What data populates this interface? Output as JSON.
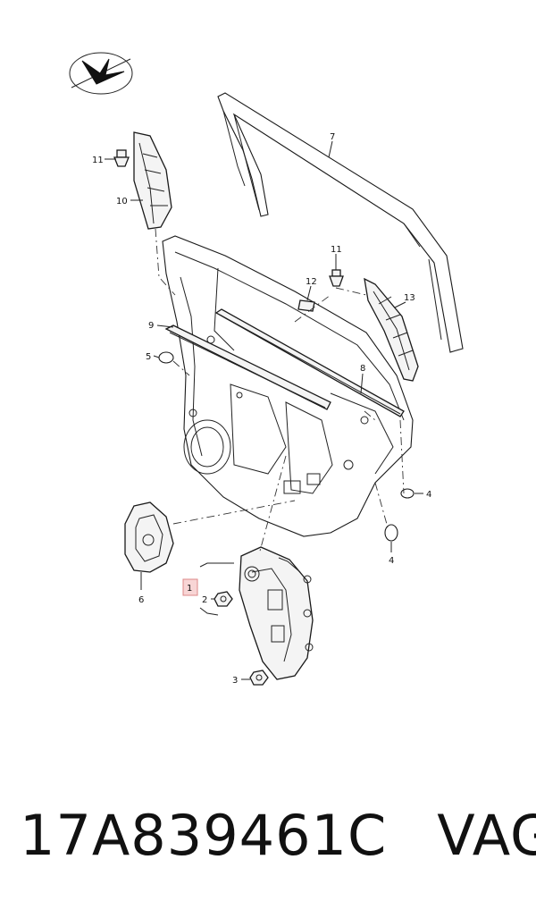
{
  "callouts": {
    "c1": "1",
    "c2": "2",
    "c3": "3",
    "c4a": "4",
    "c4b": "4",
    "c5": "5",
    "c6": "6",
    "c7": "7",
    "c8": "8",
    "c9": "9",
    "c10": "10",
    "c11a": "11",
    "c11b": "11",
    "c12": "12",
    "c13": "13"
  },
  "footer": {
    "part_number": "17A839461C",
    "brand": "VAG"
  },
  "colors": {
    "highlight_box": "#f2b3b3",
    "line": "#222222"
  }
}
